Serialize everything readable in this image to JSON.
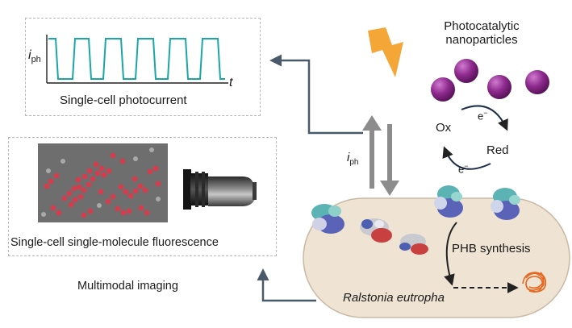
{
  "photocurrent_panel": {
    "y_axis_label": "i",
    "y_axis_subscript": "ph",
    "x_axis_label": "t",
    "caption": "Single-cell photocurrent"
  },
  "fluorescence_panel": {
    "caption": "Single-cell single-molecule fluorescence"
  },
  "multimodal_label": "Multimodal imaging",
  "nanoparticles": {
    "label_line1": "Photocatalytic",
    "label_line2": "nanoparticles"
  },
  "redox_cycle": {
    "ox": "Ox",
    "red": "Red",
    "electron_top": "e",
    "electron_bottom": "e",
    "electron_sup": "−"
  },
  "current_label": {
    "main": "i",
    "sub": "ph"
  },
  "cell": {
    "name": "Ralstonia eutropha",
    "process": "PHB synthesis"
  },
  "colors": {
    "trace": "#1aa6a6",
    "arrow": "#4a5a6a",
    "nanoparticle": "#8e2a8e",
    "cell_fill": "#efe3d3",
    "lightning": "#f4a636"
  }
}
